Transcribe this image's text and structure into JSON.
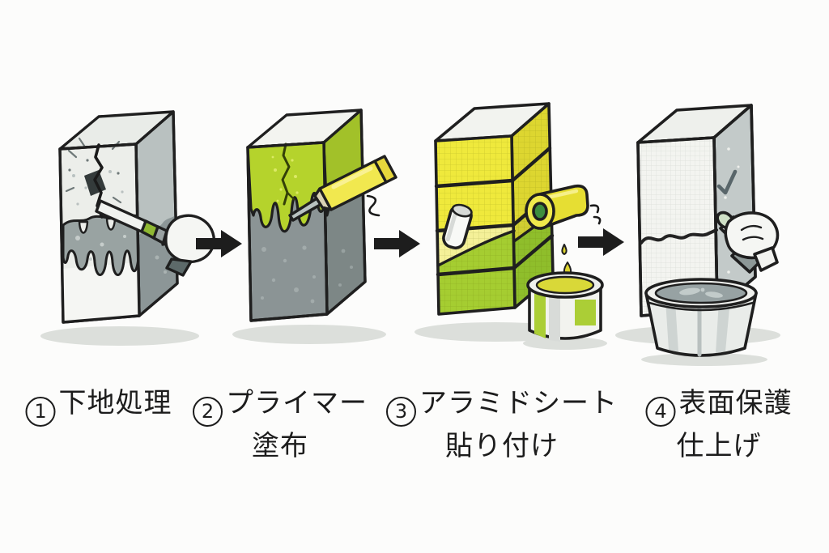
{
  "page": {
    "background_color": "#fcfcfb",
    "text_color": "#1c1c1c"
  },
  "diagram": {
    "type": "horizontal-process-flow",
    "step_count": 4,
    "steps": [
      {
        "number": "1",
        "label_lines": [
          "下地処理"
        ],
        "icon": "cracked-concrete-pillar-with-scraper-tool"
      },
      {
        "number": "2",
        "label_lines": [
          "プライマー",
          "塗布"
        ],
        "icon": "pillar-with-green-primer-drips-and-sealant-tube"
      },
      {
        "number": "3",
        "label_lines": [
          "アラミドシート",
          "貼り付け"
        ],
        "icon": "pillar-wrapped-in-yellow-green-aramid-sheet-with-roll-and-paint-can"
      },
      {
        "number": "4",
        "label_lines": [
          "表面保護",
          "仕上げ"
        ],
        "icon": "finished-white-pillar-with-trowel-hand-and-bucket"
      }
    ],
    "connectors": [
      {
        "icon": "arrow-right"
      },
      {
        "icon": "arrow-right"
      },
      {
        "icon": "arrow-right"
      }
    ],
    "colors": {
      "outline": "#1f1f1f",
      "arrow": "#1d1d1d",
      "primer_green": "#b5d32c",
      "sheet_yellow": "#efe93c",
      "sheet_green": "#a5cd31",
      "concrete_gray": "#8b9495",
      "light_concrete": "#eceeea"
    }
  }
}
